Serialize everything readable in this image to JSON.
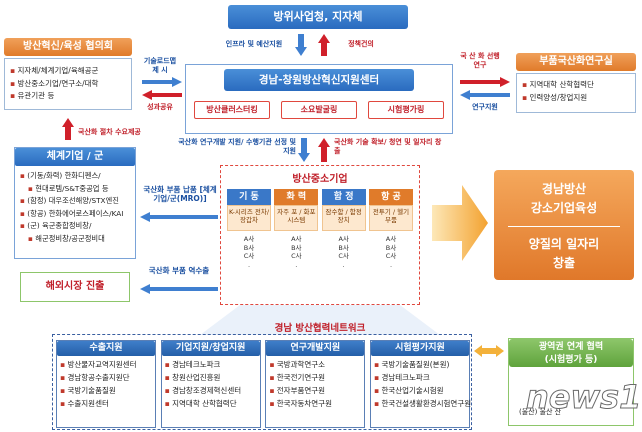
{
  "top_box": "방위사업청, 지자체",
  "center_box": "경남-창원방산혁신지원센터",
  "center_pills": [
    "방산클러스터킹",
    "소요발굴링",
    "시험평가링"
  ],
  "left_top": {
    "title": "방산혁신/육성 협의회",
    "items": [
      "지자체/체계기업/육해공군",
      "방산중소기업/연구소/대학",
      "유관기관 등"
    ]
  },
  "right_top": {
    "title": "부품국산화연구실",
    "items": [
      "지역대학 산학협력단",
      "인력양성/창업지원"
    ]
  },
  "left_mid": {
    "title": "체계기업 / 군",
    "items": [
      "(기동/화력) 한화디펜스/",
      "현대로템/S&T중공업 등",
      "(함정) 대우조선해양/STX엔진",
      "(항공) 한화에어로스페이스/KAI",
      "(군) 육군종합정비창/",
      "해군정비창/공군정비대"
    ]
  },
  "left_bottom": "해외시장 진출",
  "labels": {
    "top_left_blue": "인프라 및 예산지원",
    "top_right_red": "정책건의",
    "left_blue": "기술로드맵 제 시",
    "left_red": "성과공유",
    "right_red": "국 산 화 선행연구",
    "right_blue": "연구지원",
    "left_up_red": "국산화 절차 수요제공",
    "mid_left_blue": "국산화 연구개발 지원/ 수행기관 선정 및 지원",
    "mid_right_red": "국산화 기술 확보/ 청연 및 일자리 창출",
    "side_supply": "국산화 부품 납품 [체계기업/군(MRO)]",
    "side_export": "국산화 부품 역수출"
  },
  "center_panel": {
    "title": "방산중소기업",
    "columns": [
      {
        "name": "기 동",
        "desc": "K-시리즈 전차/장갑차",
        "companies": [
          "A사",
          "B사",
          "C사",
          "."
        ],
        "color": "#3a78c8"
      },
      {
        "name": "화 력",
        "desc": "자주 포 / 화포시스템",
        "companies": [
          "A사",
          "B사",
          "C사",
          "."
        ],
        "color": "#e07b2a"
      },
      {
        "name": "함 정",
        "desc": "잠수함 / 함정장치",
        "companies": [
          "A사",
          "B사",
          "C사",
          "."
        ],
        "color": "#3a78c8"
      },
      {
        "name": "항 공",
        "desc": "전투기 / 헬기부품",
        "companies": [
          "A사",
          "B사",
          "C사",
          "."
        ],
        "color": "#e07b2a"
      }
    ]
  },
  "right_result": {
    "line1": "경남방산",
    "line2": "강소기업육성",
    "line3": "양질의 일자리",
    "line4": "창출"
  },
  "network": {
    "title": "경남 방산협력네트워크",
    "panels": [
      {
        "title": "수출지원",
        "items": [
          "방산물자교역지원센터",
          "경남항공수출지원단",
          "국방기술품질원",
          "수출지원센터"
        ]
      },
      {
        "title": "기업지원/창업지원",
        "items": [
          "경남테크노파크",
          "창원산업진흥원",
          "경남창조경제혁신센터",
          "지역대학 산학협력단"
        ]
      },
      {
        "title": "연구개발지원",
        "items": [
          "국방과학연구소",
          "한국전기연구원",
          "전자부품연구원",
          "한국자동차연구원"
        ]
      },
      {
        "title": "시험평가지원",
        "items": [
          "국방기술품질원(본원)",
          "경남테크노파크",
          "한국산업기술시험원",
          "한국건설생활환경시험연구원"
        ]
      }
    ]
  },
  "right_bottom": {
    "title": "광역권 연계 협력",
    "subtitle": "(시험평가 등)",
    "item": "(울산) 울산 산"
  },
  "watermark": "news1"
}
